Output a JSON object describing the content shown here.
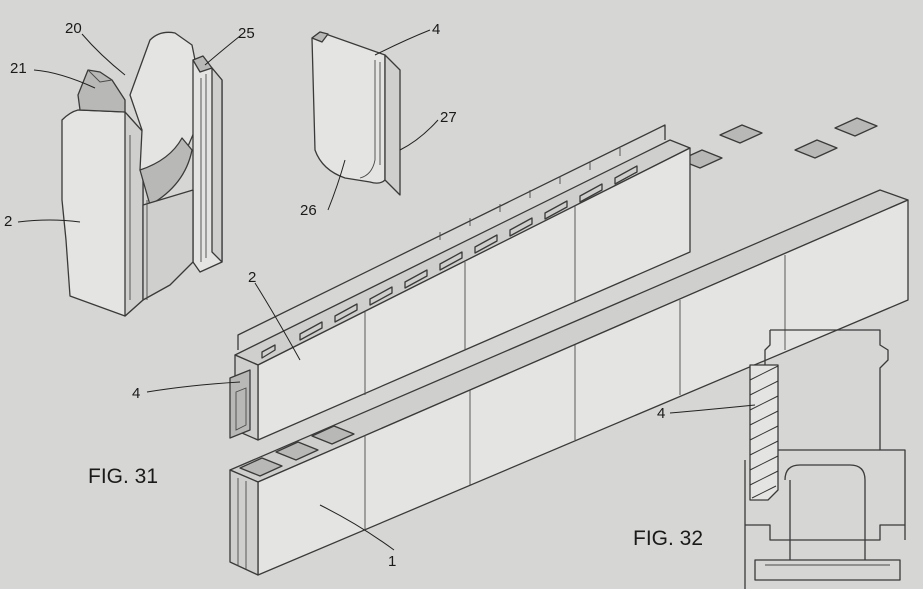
{
  "labels": {
    "l20": "20",
    "l25": "25",
    "l21": "21",
    "l2a": "2",
    "l4a": "4",
    "l27": "27",
    "l26": "26",
    "l2b": "2",
    "l4b": "4",
    "l1": "1",
    "l4c": "4"
  },
  "figures": {
    "fig31": "FIG. 31",
    "fig32": "FIG. 32"
  }
}
